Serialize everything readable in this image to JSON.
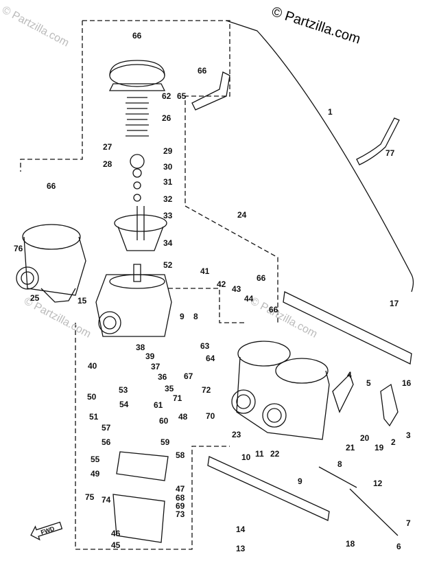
{
  "watermark": {
    "main": "© Partzilla.com",
    "faint_top": "© Partzilla.com",
    "faint_mid": "© Partzilla.com",
    "faint_low": "© Partzilla.com"
  },
  "direction_marker": "FWD",
  "callouts": [
    {
      "id": "66",
      "text": "66"
    },
    {
      "id": "62",
      "text": "62"
    },
    {
      "id": "65",
      "text": "65"
    },
    {
      "id": "66b",
      "text": "66"
    },
    {
      "id": "26",
      "text": "26"
    },
    {
      "id": "27",
      "text": "27"
    },
    {
      "id": "29",
      "text": "29"
    },
    {
      "id": "28",
      "text": "28"
    },
    {
      "id": "30",
      "text": "30"
    },
    {
      "id": "31",
      "text": "31"
    },
    {
      "id": "32",
      "text": "32"
    },
    {
      "id": "33",
      "text": "33"
    },
    {
      "id": "34",
      "text": "34"
    },
    {
      "id": "52",
      "text": "52"
    },
    {
      "id": "66c",
      "text": "66"
    },
    {
      "id": "76",
      "text": "76"
    },
    {
      "id": "15",
      "text": "15"
    },
    {
      "id": "25",
      "text": "25"
    },
    {
      "id": "1",
      "text": "1"
    },
    {
      "id": "77",
      "text": "77"
    },
    {
      "id": "24",
      "text": "24"
    },
    {
      "id": "41",
      "text": "41"
    },
    {
      "id": "42",
      "text": "42"
    },
    {
      "id": "43",
      "text": "43"
    },
    {
      "id": "44",
      "text": "44"
    },
    {
      "id": "66d",
      "text": "66"
    },
    {
      "id": "66e",
      "text": "66"
    },
    {
      "id": "17",
      "text": "17"
    },
    {
      "id": "9",
      "text": "9"
    },
    {
      "id": "8",
      "text": "8"
    },
    {
      "id": "38",
      "text": "38"
    },
    {
      "id": "39",
      "text": "39"
    },
    {
      "id": "37",
      "text": "37"
    },
    {
      "id": "36",
      "text": "36"
    },
    {
      "id": "35",
      "text": "35"
    },
    {
      "id": "63",
      "text": "63"
    },
    {
      "id": "64",
      "text": "64"
    },
    {
      "id": "67",
      "text": "67"
    },
    {
      "id": "40",
      "text": "40"
    },
    {
      "id": "53",
      "text": "53"
    },
    {
      "id": "54",
      "text": "54"
    },
    {
      "id": "50",
      "text": "50"
    },
    {
      "id": "51",
      "text": "51"
    },
    {
      "id": "61",
      "text": "61"
    },
    {
      "id": "60",
      "text": "60"
    },
    {
      "id": "71",
      "text": "71"
    },
    {
      "id": "72",
      "text": "72"
    },
    {
      "id": "48",
      "text": "48"
    },
    {
      "id": "70",
      "text": "70"
    },
    {
      "id": "57",
      "text": "57"
    },
    {
      "id": "56",
      "text": "56"
    },
    {
      "id": "59",
      "text": "59"
    },
    {
      "id": "55",
      "text": "55"
    },
    {
      "id": "58",
      "text": "58"
    },
    {
      "id": "49",
      "text": "49"
    },
    {
      "id": "47",
      "text": "47"
    },
    {
      "id": "68",
      "text": "68"
    },
    {
      "id": "69",
      "text": "69"
    },
    {
      "id": "73",
      "text": "73"
    },
    {
      "id": "75",
      "text": "75"
    },
    {
      "id": "74",
      "text": "74"
    },
    {
      "id": "46",
      "text": "46"
    },
    {
      "id": "45",
      "text": "45"
    },
    {
      "id": "23",
      "text": "23"
    },
    {
      "id": "10",
      "text": "10"
    },
    {
      "id": "11",
      "text": "11"
    },
    {
      "id": "22",
      "text": "22"
    },
    {
      "id": "4",
      "text": "4"
    },
    {
      "id": "5",
      "text": "5"
    },
    {
      "id": "16",
      "text": "16"
    },
    {
      "id": "3",
      "text": "3"
    },
    {
      "id": "2",
      "text": "2"
    },
    {
      "id": "20",
      "text": "20"
    },
    {
      "id": "19",
      "text": "19"
    },
    {
      "id": "21",
      "text": "21"
    },
    {
      "id": "8b",
      "text": "8"
    },
    {
      "id": "9b",
      "text": "9"
    },
    {
      "id": "12",
      "text": "12"
    },
    {
      "id": "7",
      "text": "7"
    },
    {
      "id": "6",
      "text": "6"
    },
    {
      "id": "14",
      "text": "14"
    },
    {
      "id": "13",
      "text": "13"
    },
    {
      "id": "18",
      "text": "18"
    }
  ]
}
